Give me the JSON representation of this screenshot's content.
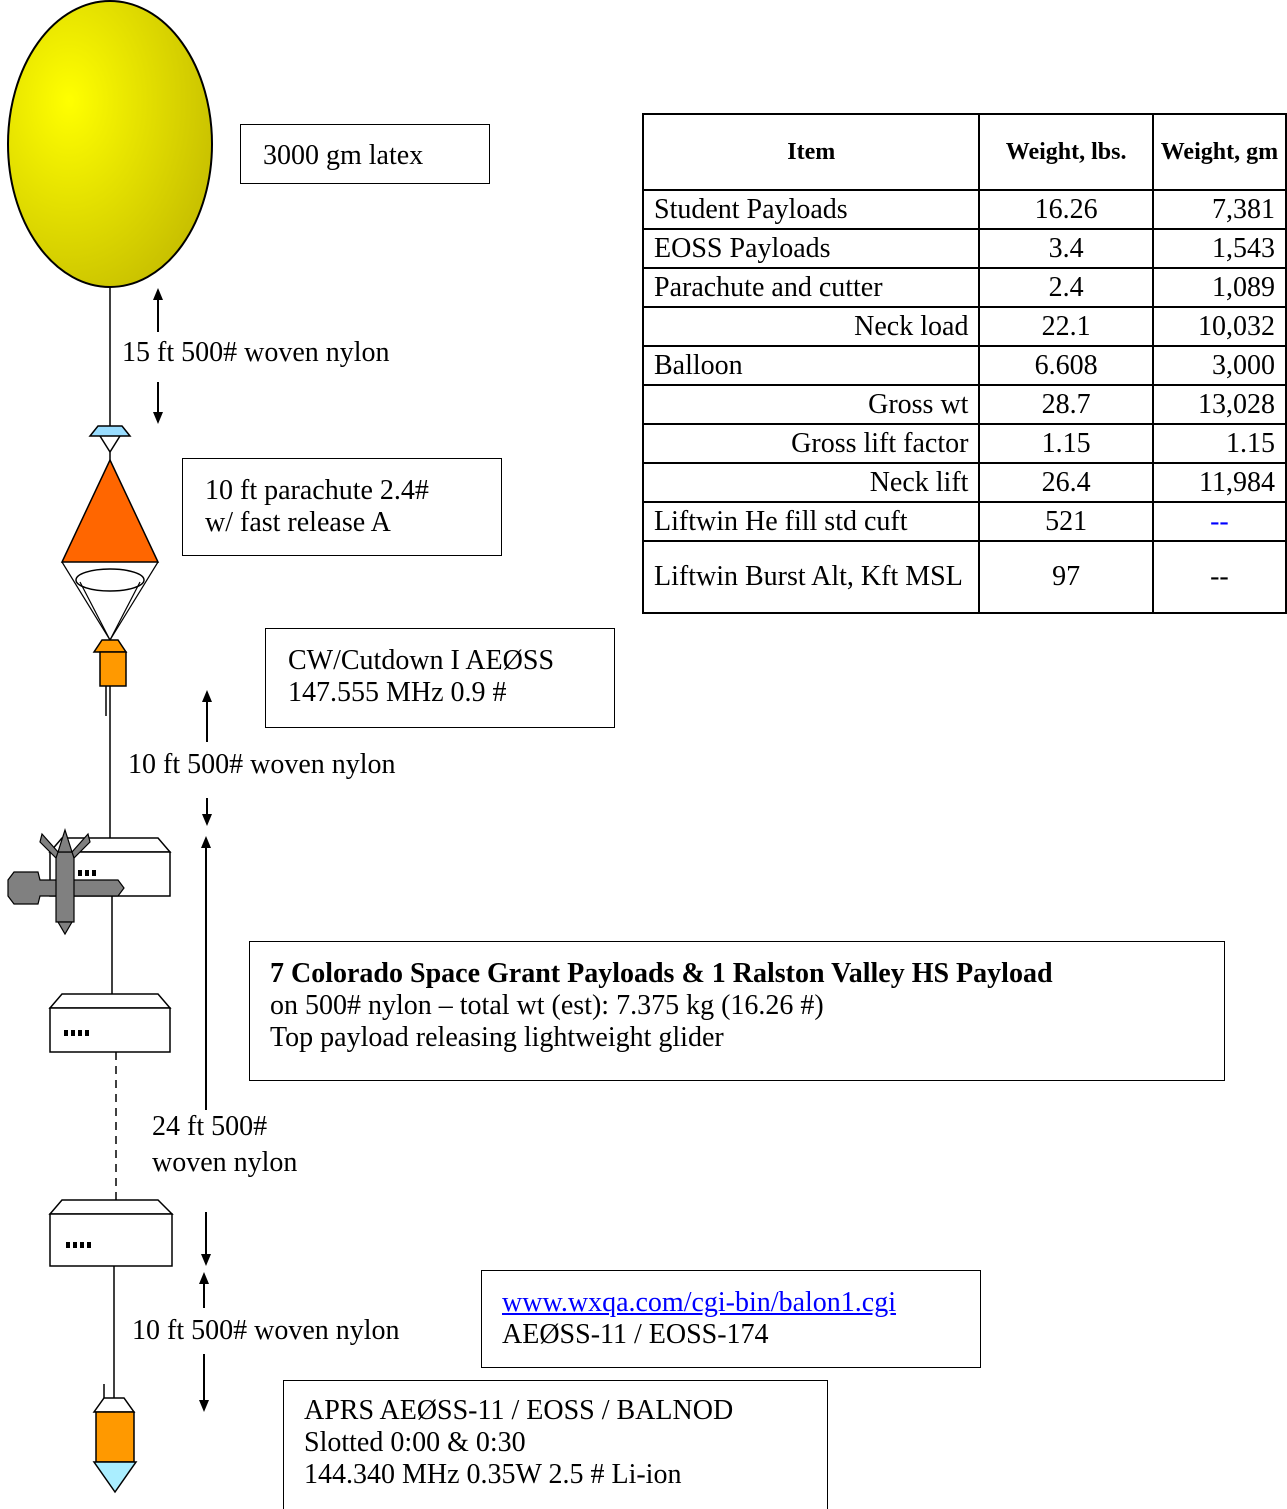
{
  "balloon_label": "3000 gm latex",
  "line1_label": "15 ft 500# woven nylon",
  "parachute_label": [
    "10 ft parachute 2.4#",
    "w/ fast release A"
  ],
  "cutdown_label": [
    "CW/Cutdown I AEØSS",
    "147.555 MHz 0.9 #"
  ],
  "line2_label": "10 ft 500# woven nylon",
  "payloads_label": {
    "title": "7 Colorado Space Grant Payloads & 1 Ralston Valley HS Payload",
    "line2": "on 500# nylon –  total wt (est): 7.375 kg (16.26 #)",
    "line3": "Top payload releasing lightweight glider"
  },
  "line3_label": [
    "24 ft 500#",
    "woven nylon"
  ],
  "line4_label": "10 ft 500# woven nylon",
  "tracking": {
    "url": "www.wxqa.com/cgi-bin/balon1.cgi",
    "ids": "AEØSS-11 / EOSS-174"
  },
  "aprs_label": [
    "APRS AEØSS-11  / EOSS / BALNOD",
    "Slotted 0:00 & 0:30",
    "144.340 MHz  0.35W  2.5 # Li-ion"
  ],
  "table": {
    "headers": [
      "Item",
      "Weight, lbs.",
      "Weight, gm"
    ],
    "rows": [
      {
        "item": "Student Payloads",
        "lbs": "16.26",
        "gm": "7,381"
      },
      {
        "item": "EOSS Payloads",
        "lbs": "3.4",
        "gm": "1,543"
      },
      {
        "item": "Parachute and cutter",
        "lbs": "2.4",
        "gm": "1,089"
      },
      {
        "item": "Neck load",
        "lbs": "22.1",
        "gm": "10,032"
      },
      {
        "item": "Balloon",
        "lbs": "6.608",
        "gm": "3,000"
      },
      {
        "item": "Gross wt",
        "lbs": "28.7",
        "gm": "13,028"
      },
      {
        "item": "Gross lift factor",
        "lbs": "1.15",
        "gm": "1.15"
      },
      {
        "item": "Neck lift",
        "lbs": "26.4",
        "gm": "11,984"
      },
      {
        "item": "Liftwin He fill std cuft",
        "lbs": "521",
        "gm": "--"
      },
      {
        "item": "Liftwin Burst Alt, Kft MSL",
        "lbs": "97",
        "gm": "--"
      }
    ]
  },
  "colors": {
    "balloon": "#e8e800",
    "parachute": "#ff6a00",
    "tracker": "#ff9900",
    "release": "#99ddff",
    "glider": "#808080"
  }
}
